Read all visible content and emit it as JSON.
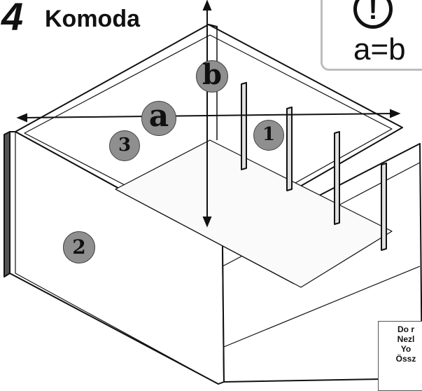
{
  "header": {
    "step_number": "4",
    "title": "Komoda"
  },
  "callout": {
    "icon": "exclamation-icon",
    "equation": "a=b"
  },
  "dimensions": {
    "a": "a",
    "b": "b"
  },
  "parts": {
    "p1": "1",
    "p2": "2",
    "p3": "3"
  },
  "note_lines": [
    "Do r",
    "Nezl",
    "Yo",
    "Össz"
  ]
}
